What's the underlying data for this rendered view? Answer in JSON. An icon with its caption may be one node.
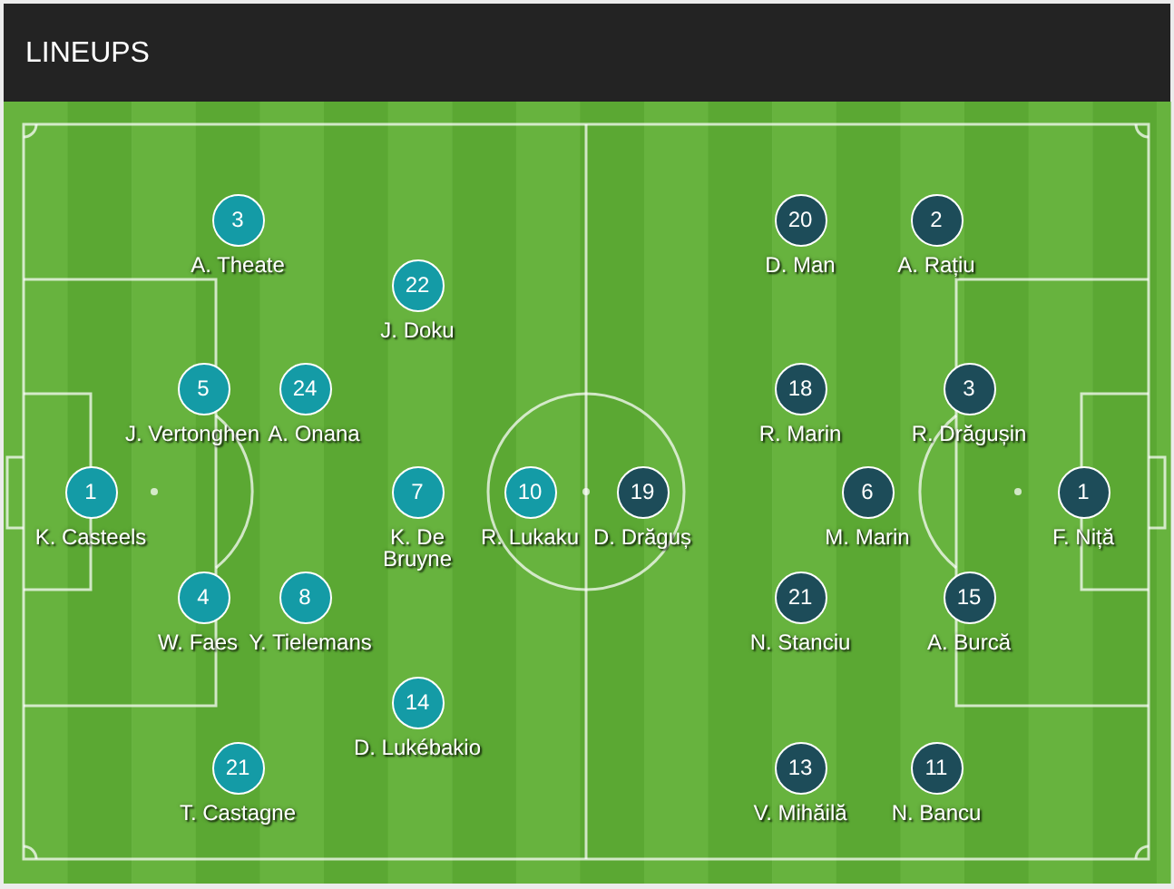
{
  "diagram": {
    "title": "LINEUPS",
    "nodes": [
      {
        "text": [
          "3"
        ],
        "beside": [
          "A. Theate"
        ]
      },
      {
        "text": [
          "20"
        ],
        "beside": [
          "D. Man"
        ]
      },
      {
        "text": [
          "2"
        ],
        "beside": [
          "A. Rațiu"
        ]
      },
      {
        "text": [
          "22"
        ],
        "beside": [
          "J. Doku"
        ]
      },
      {
        "text": [
          "5"
        ],
        "beside": [
          "J. Vertonghen"
        ]
      },
      {
        "text": [
          "24"
        ],
        "beside": [
          "A. Onana"
        ]
      },
      {
        "text": [
          "18"
        ],
        "beside": [
          "R. Marin"
        ]
      },
      {
        "text": [
          "3"
        ],
        "beside": [
          "R. Drăgușin"
        ]
      },
      {
        "text": [
          "1"
        ],
        "beside": [
          "K. Casteels"
        ]
      },
      {
        "text": [
          "7"
        ],
        "beside": [
          "K. De Bruyne"
        ]
      },
      {
        "text": [
          "10"
        ],
        "beside": [
          "R. Lukaku"
        ]
      },
      {
        "text": [
          "19"
        ],
        "beside": [
          "D. Drăguș"
        ]
      },
      {
        "text": [
          "6"
        ],
        "beside": [
          "M. Marin"
        ]
      },
      {
        "text": [
          "1"
        ],
        "beside": [
          "F. Niță"
        ]
      },
      {
        "text": [
          "4"
        ],
        "beside": [
          "W. Faes"
        ]
      },
      {
        "text": [
          "8"
        ],
        "beside": [
          "Y. Tielemans"
        ]
      },
      {
        "text": [
          "21"
        ],
        "beside": [
          "N. Stanciu"
        ]
      },
      {
        "text": [
          "15"
        ],
        "beside": [
          "A. Burcă"
        ]
      },
      {
        "text": [
          "14"
        ],
        "beside": [
          "D. Lukébakio"
        ]
      },
      {
        "text": [
          "21"
        ],
        "beside": [
          "T. Castagne"
        ]
      },
      {
        "text": [
          "13"
        ],
        "beside": [
          "V. Mihăilă"
        ]
      },
      {
        "text": [
          "11"
        ],
        "beside": [
          "N. Bancu"
        ]
      }
    ]
  }
}
